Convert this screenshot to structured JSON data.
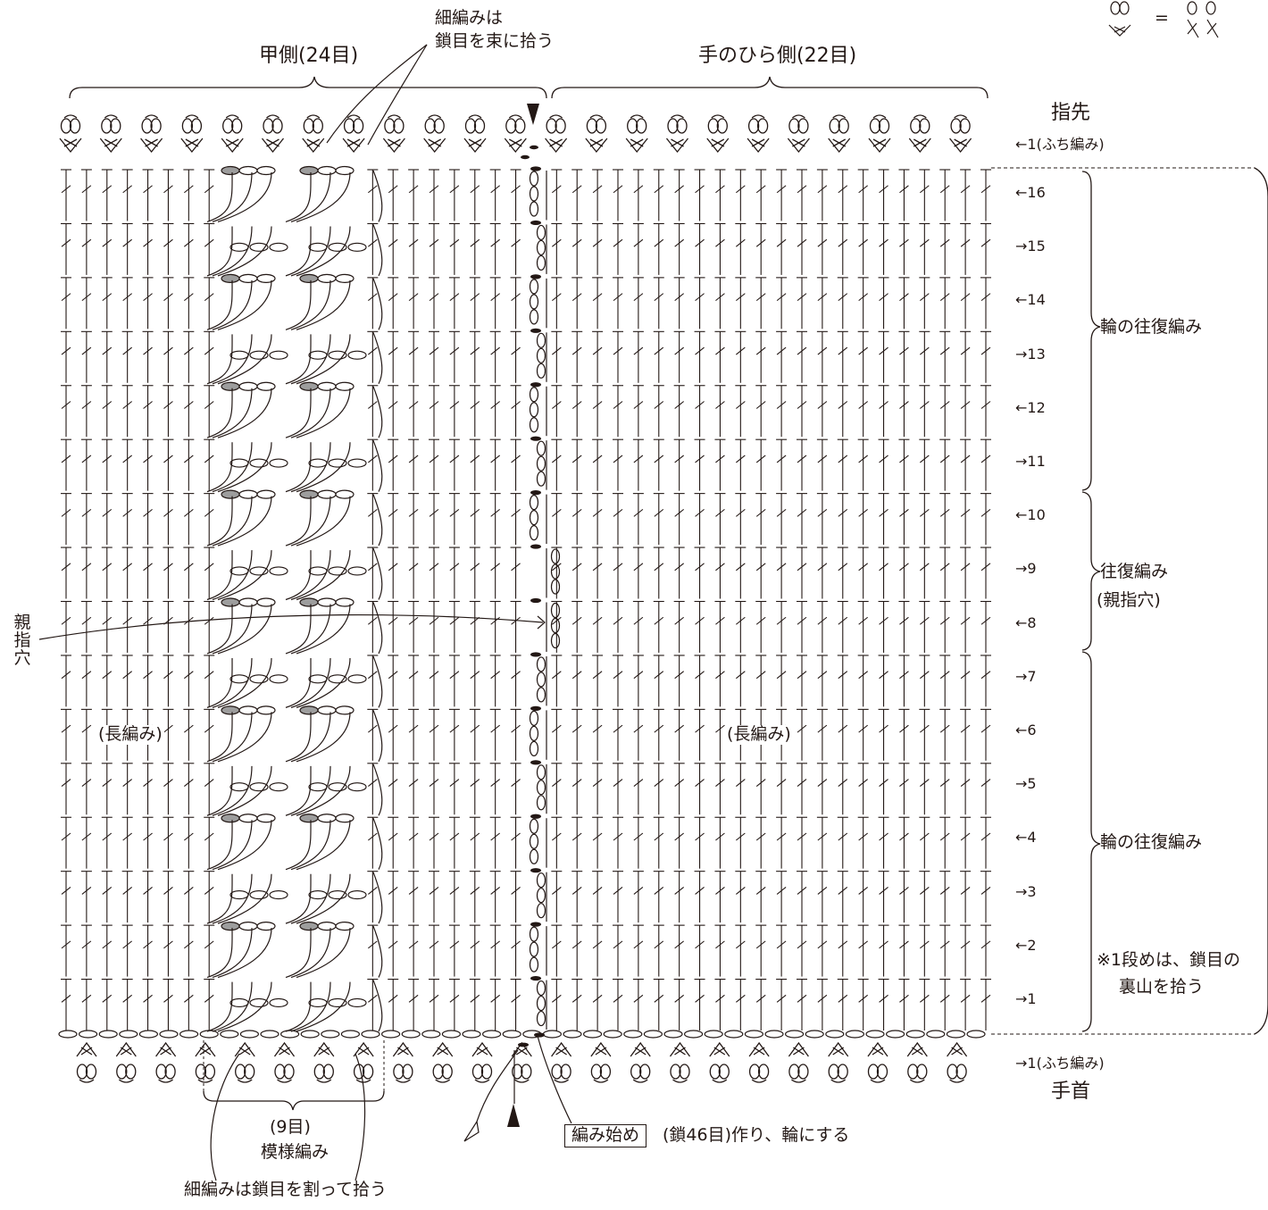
{
  "header": {
    "back_side": "甲側(24目)",
    "palm_side": "手のひら側(22目)",
    "note_sc_top_line1": "細編みは",
    "note_sc_top_line2": "鎖目を束に拾う"
  },
  "legend": {
    "equals": "="
  },
  "right": {
    "fingertip": "指先",
    "top_edge_row": "←1(ふち編み)",
    "bottom_edge_row": "→1(ふち編み)",
    "wrist": "手首",
    "section_round_top": "輪の往復編み",
    "section_flat_line1": "往復編み",
    "section_flat_line2": "(親指穴)",
    "section_round_bottom": "輪の往復編み",
    "note_row1_line1": "※1段めは、鎖目の",
    "note_row1_line2": "裏山を拾う"
  },
  "rows": [
    "←16",
    "→15",
    "←14",
    "→13",
    "←12",
    "→11",
    "←10",
    "→9",
    "←8",
    "→7",
    "←6",
    "→5",
    "←4",
    "→3",
    "←2",
    "→1"
  ],
  "left": {
    "thumb_hole": "親指穴"
  },
  "body": {
    "dc_left": "(長編み)",
    "dc_right": "(長編み)"
  },
  "bottom": {
    "pattern_count": "(9目)",
    "pattern_name": "模様編み",
    "note_sc_bottom": "細編みは鎖目を割って拾う",
    "start_box": "編み始め",
    "start_text": "(鎖46目)作り、輪にする"
  },
  "colors": {
    "ink": "#231815",
    "fill_gray": "#9d9d9d"
  }
}
